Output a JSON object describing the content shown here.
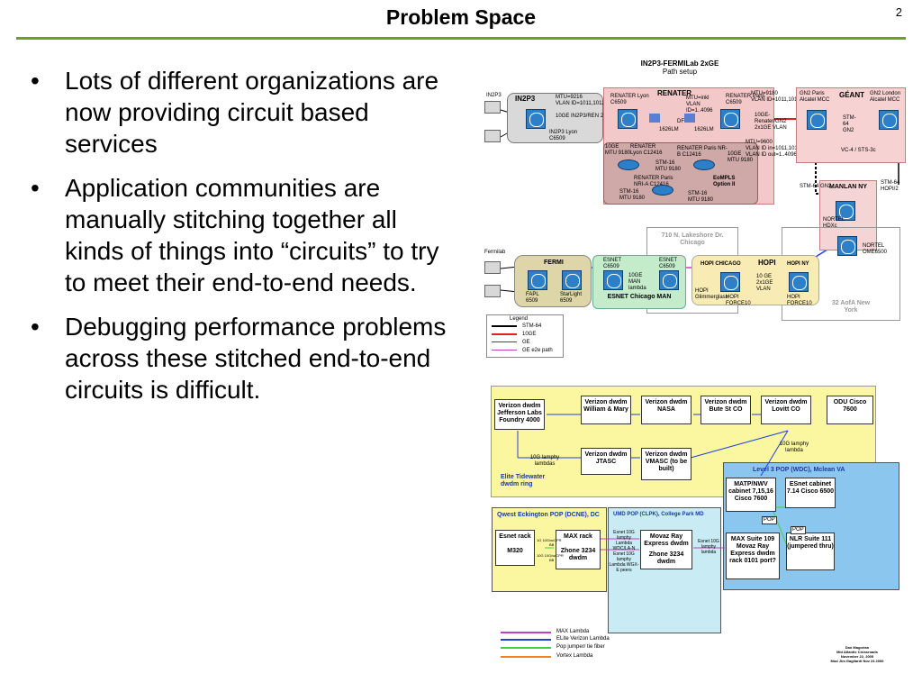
{
  "slide": {
    "title": "Problem Space",
    "page_number": "2"
  },
  "bullets": [
    "Lots of different organizations are now providing circuit based services",
    "Application communities are manually stitching together all kinds of things into “circuits” to try to meet their end-to-end needs.",
    "Debugging performance problems across these stitched end-to-end circuits is difficult."
  ],
  "diagram1": {
    "title": "IN2P3-FERMILab 2xGE",
    "subtitle": "Path setup",
    "in2p3": {
      "label": "IN2P3",
      "host": "IN2P3",
      "lyon": "IN2P3 Lyon C6509",
      "mtu": "MTU=9216",
      "vlan": "VLAN ID=1011,1012",
      "link": "10GE IN2P3/REN 2x1GE VLAN"
    },
    "renater": {
      "label": "RENATER",
      "lyon": "RENATER Lyon C6509",
      "paris": "RENATER Paris C6509",
      "mtu_info": "MTU=inkl VLAN ID=1..4096",
      "lambda1": "1626LM",
      "lambda2": "1626LM",
      "df": "DF",
      "ge10_1": "10GE MTU 9180",
      "lyon2": "RENATER Lyon C12416",
      "paris2": "RENATER Paris NR-B C12416",
      "ge10_2": "10GE MTU 9180",
      "stm16_1": "STM-16 MTU 9180",
      "paris3": "RENATER Paris NRI-A C12416",
      "eompls": "EoMPLS Option II",
      "stm16_2": "STM-16 MTU 9180",
      "stm16_3": "STM-16 MTU 9180"
    },
    "geant": {
      "label": "GÉANT",
      "paris": "GN2 Paris Alcatel MCC",
      "london": "GN2 London Alcatel MCC",
      "mtu": "MTU=9180",
      "vlan": "VLAN ID=1011,1012",
      "link": "10GE-Renater/GN2 2x1GE VLAN",
      "mtu2": "MTU=9600",
      "vlan2": "VLAN ID in=1011,1012",
      "vlan3": "VLAN ID out=1..4096",
      "stm64": "STM-64 GN2",
      "vc4": "VC-4 / STS-3c"
    },
    "manlan": {
      "label": "MANLAN NY",
      "stm64a": "STM-64 GN2",
      "stm64b": "STM-64 HOPI/2",
      "nortel1": "NORTEL HDXc",
      "nortel2": "NORTEL OME6500"
    },
    "chicago": {
      "label": "710 N. Lakeshore Dr. Chicago"
    },
    "aofa": {
      "label": "32 AofA New York"
    },
    "fermi": {
      "label": "FERMI",
      "host": "Fermilab",
      "fapl": "FAPL 6509",
      "starlight": "StarLight 6509"
    },
    "esnet": {
      "label": "ESNET Chicago MAN",
      "e1": "ESNET C6509",
      "e2": "ESNET C6509",
      "lambda": "10GE MAN lambda"
    },
    "hopi": {
      "label": "HOPI",
      "chicago": "HOPI CHICAGO",
      "ny": "HOPI NY",
      "link": "10 GE 2x1GE VLAN",
      "glimmer": "HOPI Glimmerglass",
      "force1": "HOPI FORCE10",
      "force2": "HOPI FORCE10"
    },
    "legend": {
      "title": "Legend",
      "items": [
        "STM-64",
        "10GE",
        "GE",
        "GE e2e path"
      ],
      "colors": [
        "#000000",
        "#e02020",
        "#2040e0",
        "#c040c0"
      ]
    }
  },
  "diagram2": {
    "yellow_top": {
      "boxes": [
        "Verizon dwdm Jefferson Labs Foundry 4000",
        "Verizon dwdm William & Mary",
        "Verizon dwdm NASA",
        "Verizon dwdm Bute St CO",
        "Verizon dwdm Lovitt CO",
        "ODU Cisco 7600",
        "Verizon dwdm JTASC",
        "Verizon dwdm VMASC (to be built)"
      ],
      "ring_label": "Elite Tidewater dwdm ring",
      "lambda1": "10G lamphy lambdas",
      "lambda2": "10G lamphy lambda"
    },
    "level3": {
      "title": "Level 3 POP (WDC), Mclean VA",
      "boxes": [
        "MATP/NWV cabinet 7,15,16 Cisco 7600",
        "ESnet cabinet 7.14 Cisco 6500",
        "MAX Suite 109 Movaz Ray Express dwdm rack 0101 port?",
        "NLR Suite 111 (jumpered thru)"
      ],
      "pop": "POP",
      "pop2": "POP"
    },
    "qwest": {
      "title": "Qwest Eckington POP (DCNE), DC",
      "boxes": [
        "Esnet rack",
        "M320",
        "MAX rack",
        "Zhone 3234 dwdm"
      ],
      "links": [
        "1G 10G/w/CPR",
        "10G 10G/w/CPR"
      ],
      "port1": "BB",
      "port2": "BB"
    },
    "umd": {
      "title": "UMD POP (CLPK), College Park MD",
      "boxes": [
        "Movaz Ray Express dwdm",
        "Zhone 3234 dwdm"
      ],
      "left_label": "Esnet 10G lamphy Lambda  WDC/LA-N Esnet 10G lamphy Lambda WGX-E peers",
      "right_label": "Esnet 10G lamphy lambda"
    },
    "legend": {
      "items": [
        "MAX Lambda",
        "ELite Verizon Lambda",
        "Pop jumper/ tie fiber",
        "Vortex Lambda"
      ],
      "colors": [
        "#c040c0",
        "#2040e0",
        "#40d040",
        "#f08020"
      ]
    },
    "credit": [
      "Dan Magorian",
      "Mid Atlantic Crossroads",
      "November 22, 2005",
      "Mod Jim Gagliardi Nov 24 2006"
    ]
  }
}
